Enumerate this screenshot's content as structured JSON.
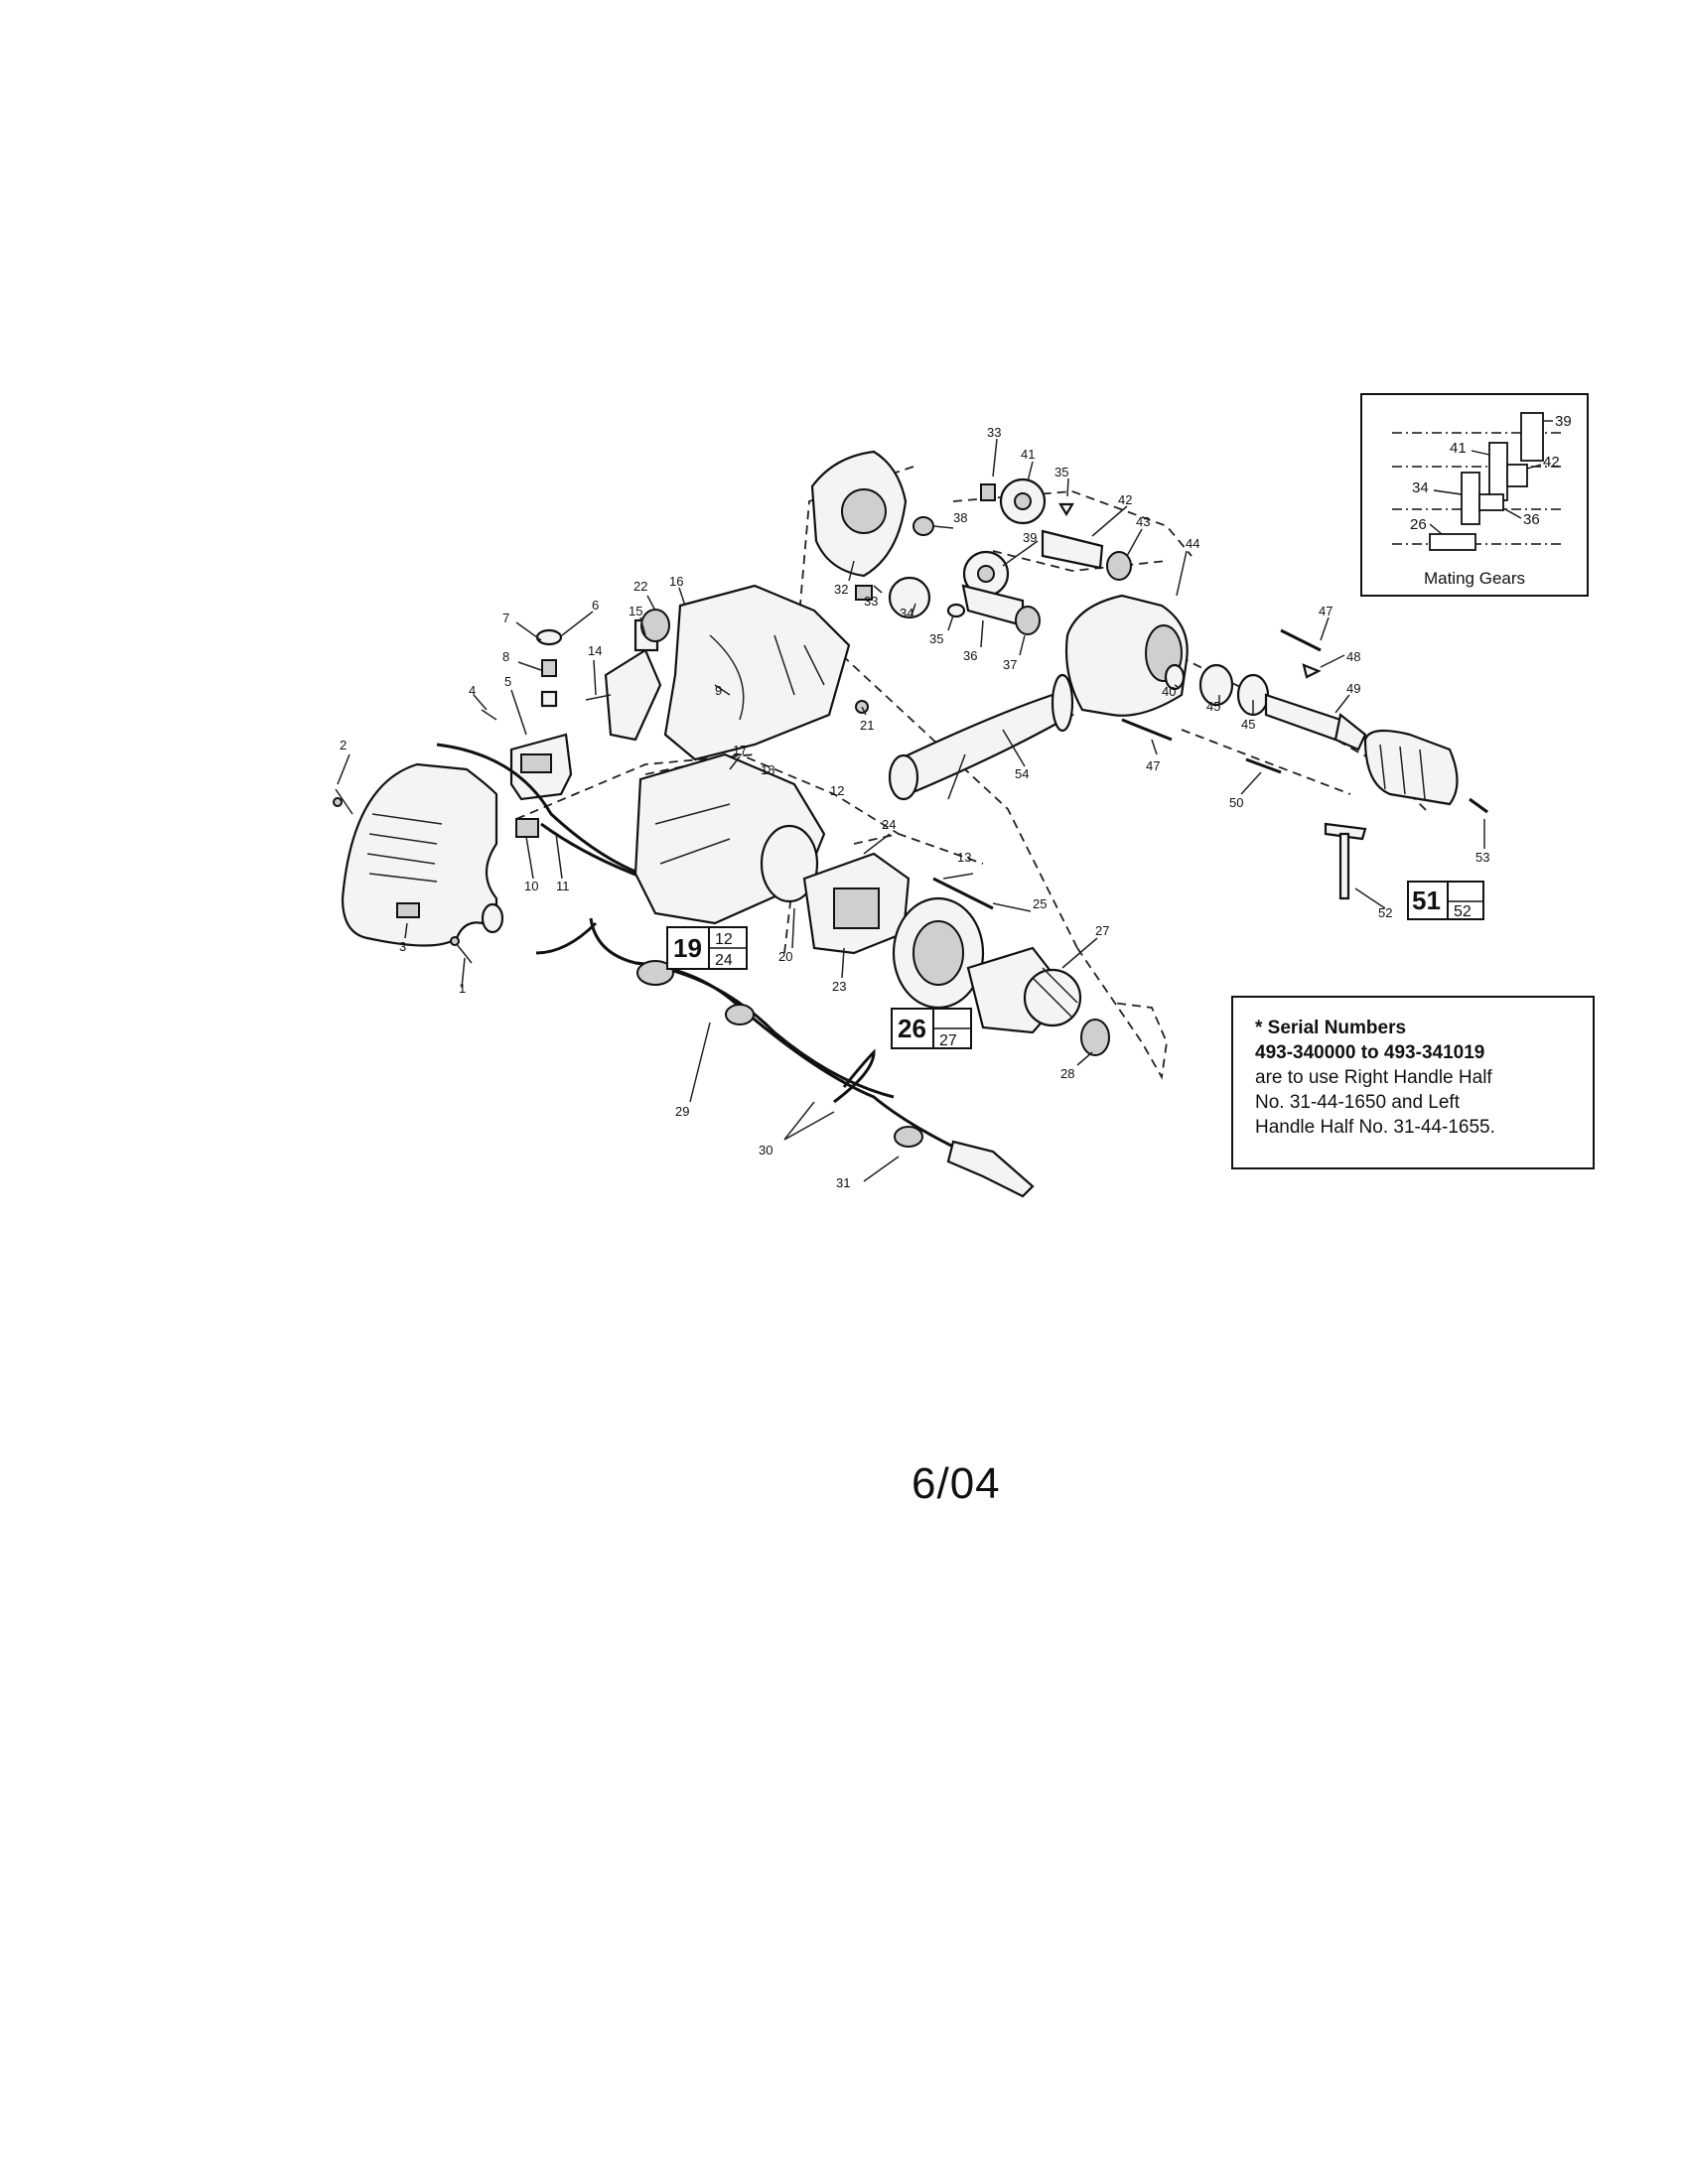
{
  "callouts": {
    "c1": "1",
    "c2": "2",
    "c3": "3",
    "c4": "4",
    "c5": "5",
    "c6": "6",
    "c7": "7",
    "c8": "8",
    "c9": "9",
    "c10": "10",
    "c11": "11",
    "c12": "12",
    "c13": "13",
    "c14": "14",
    "c15": "15",
    "c16": "16",
    "c17": "17",
    "c18": "18",
    "c20": "20",
    "c21": "21",
    "c22": "22",
    "c23": "23",
    "c24": "24",
    "c25": "25",
    "c27": "27",
    "c28": "28",
    "c29": "29",
    "c30": "30",
    "c31": "31",
    "c32": "32",
    "c33a": "33",
    "c33b": "33",
    "c34": "34",
    "c35a": "35",
    "c35b": "35",
    "c36": "36",
    "c37": "37",
    "c38": "38",
    "c39": "39",
    "c40": "40",
    "c41": "41",
    "c42": "42",
    "c43": "43",
    "c44": "44",
    "c45a": "45",
    "c45b": "45",
    "c47a": "47",
    "c47b": "47",
    "c48": "48",
    "c49": "49",
    "c50": "50",
    "c52": "52",
    "c53": "53",
    "c54": "54"
  },
  "kits": {
    "kit19": {
      "main": "19",
      "top": "12",
      "bottom": "24"
    },
    "kit26": {
      "main": "26",
      "top": "",
      "bottom": "27"
    },
    "kit51": {
      "main": "51",
      "top": "",
      "bottom": "52"
    }
  },
  "mating_gears": {
    "caption": "Mating Gears",
    "labels": {
      "g39": "39",
      "g41": "41",
      "g42": "42",
      "g34": "34",
      "g36": "36",
      "g26": "26"
    }
  },
  "serial_note": {
    "title": "* Serial Numbers",
    "range": "493-340000 to 493-341019",
    "line1": "are to use Right Handle Half",
    "line2": "No. 31-44-1650 and Left",
    "line3": "Handle Half No. 31-44-1655."
  },
  "date_code": "6/04"
}
